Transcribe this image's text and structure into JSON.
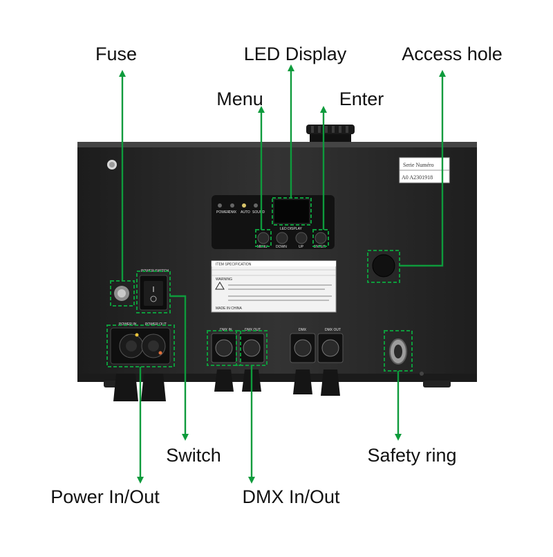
{
  "colors": {
    "accent": "#0e9b3c",
    "device_body": "#2b2b2b",
    "device_dark": "#161616",
    "label_text": "#111111"
  },
  "callouts": {
    "fuse": "Fuse",
    "led_display": "LED Display",
    "access_hole": "Access hole",
    "menu": "Menu",
    "enter": "Enter",
    "switch": "Switch",
    "power_in_out": "Power In/Out",
    "dmx_in_out": "DMX In/Out",
    "safety_ring": "Safety ring"
  },
  "device": {
    "serial_sticker_line1": "Serie Numéro",
    "serial_sticker_line2": "A0 A2301918",
    "panel_indicators": [
      "POWER",
      "DMX",
      "AUTO",
      "SOUND"
    ],
    "panel_title": "LED DISPLAY",
    "panel_buttons": [
      "MENU",
      "DOWN",
      "UP",
      "ENTER"
    ],
    "power_switch_label": "POWER SWITCH",
    "power_in_label": "POWER IN",
    "power_out_label": "POWER OUT",
    "dmx_in_label_1": "DMX IN",
    "dmx_out_label_1": "DMX OUT",
    "dmx_in_label_2": "DMX",
    "dmx_out_label_2": "DMX OUT",
    "info_plate_title": "ITEM SPECIFICATION",
    "info_plate_warning": "WARNING",
    "info_plate_footer": "MADE IN CHINA"
  }
}
